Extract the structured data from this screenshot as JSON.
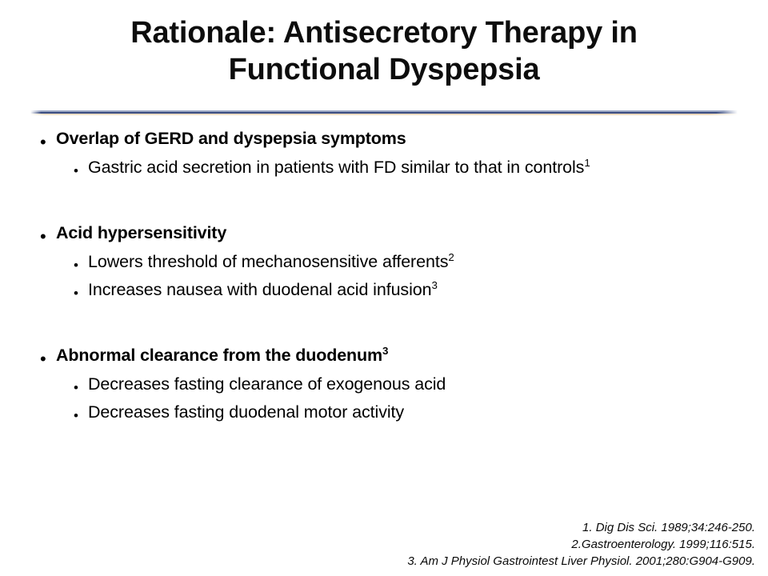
{
  "slide": {
    "title_line_1": "Rationale: Antisecretory Therapy in",
    "title_line_2": "Functional Dyspepsia",
    "title_full": "Rationale: Antisecretory Therapy in Functional Dyspepsia",
    "bullet_marker": "•",
    "accent_color_line": "#3a4c80",
    "accent_color_line_light": "#97a3c1",
    "accent_color_line_tan": "#ecd8ba",
    "background_color": "#ffffff",
    "text_color": "#000000"
  },
  "content": [
    {
      "level": 1,
      "text": "Overlap of GERD and dyspepsia symptoms",
      "superscript": ""
    },
    {
      "level": 2,
      "text": "Gastric acid secretion in patients with FD similar to that in controls",
      "superscript": "1"
    },
    {
      "level": 1,
      "text": "Acid hypersensitivity",
      "superscript": ""
    },
    {
      "level": 2,
      "text": "Lowers threshold of mechanosensitive afferents",
      "superscript": "2"
    },
    {
      "level": 2,
      "text": "Increases nausea with duodenal acid infusion",
      "superscript": "3"
    },
    {
      "level": 1,
      "text": "Abnormal clearance from the duodenum",
      "superscript": "3"
    },
    {
      "level": 2,
      "text": "Decreases fasting clearance of exogenous acid",
      "superscript": ""
    },
    {
      "level": 2,
      "text": "Decreases fasting duodenal motor activity",
      "superscript": ""
    }
  ],
  "references": [
    "1. Dig Dis Sci. 1989;34:246-250.",
    "2.Gastroenterology. 1999;116:515.",
    "3. Am J  Physiol Gastrointest Liver Physiol. 2001;280:G904-G909."
  ]
}
